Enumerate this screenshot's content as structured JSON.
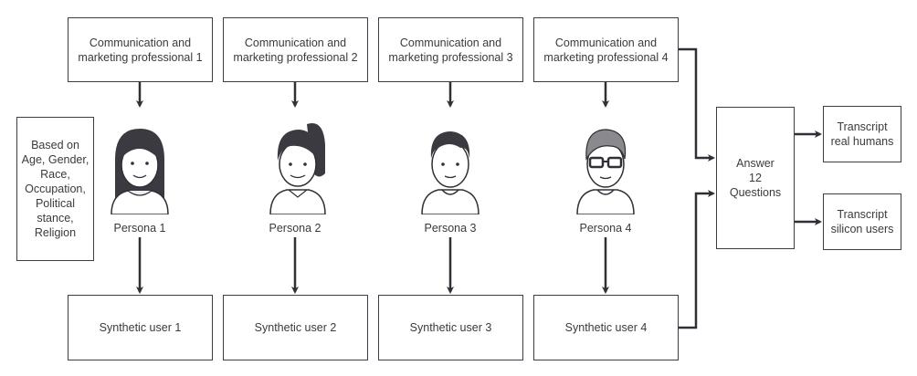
{
  "professionals": [
    {
      "label": "Communication and\nmarketing professional 1"
    },
    {
      "label": "Communication and\nmarketing professional 2"
    },
    {
      "label": "Communication and\nmarketing professional 3"
    },
    {
      "label": "Communication and\nmarketing professional 4"
    }
  ],
  "criteria": {
    "label": "Based on\nAge, Gender,\nRace,\nOccupation,\nPolitical\nstance,\nReligion"
  },
  "personas": [
    {
      "label": "Persona 1",
      "icon": "woman-long-hair-icon"
    },
    {
      "label": "Persona 2",
      "icon": "woman-ponytail-icon"
    },
    {
      "label": "Persona 3",
      "icon": "man-short-hair-icon"
    },
    {
      "label": "Persona 4",
      "icon": "man-glasses-icon"
    }
  ],
  "synthetic_users": [
    {
      "label": "Synthetic user 1"
    },
    {
      "label": "Synthetic user 2"
    },
    {
      "label": "Synthetic user 3"
    },
    {
      "label": "Synthetic user 4"
    }
  ],
  "answer": {
    "label": "Answer\n12\nQuestions"
  },
  "outputs": [
    {
      "label": "Transcript\nreal humans"
    },
    {
      "label": "Transcript\nsilicon users"
    }
  ],
  "colors": {
    "line": "#2f2f35",
    "hair": "#3a3a40",
    "hair_gray": "#8a8a8e"
  }
}
